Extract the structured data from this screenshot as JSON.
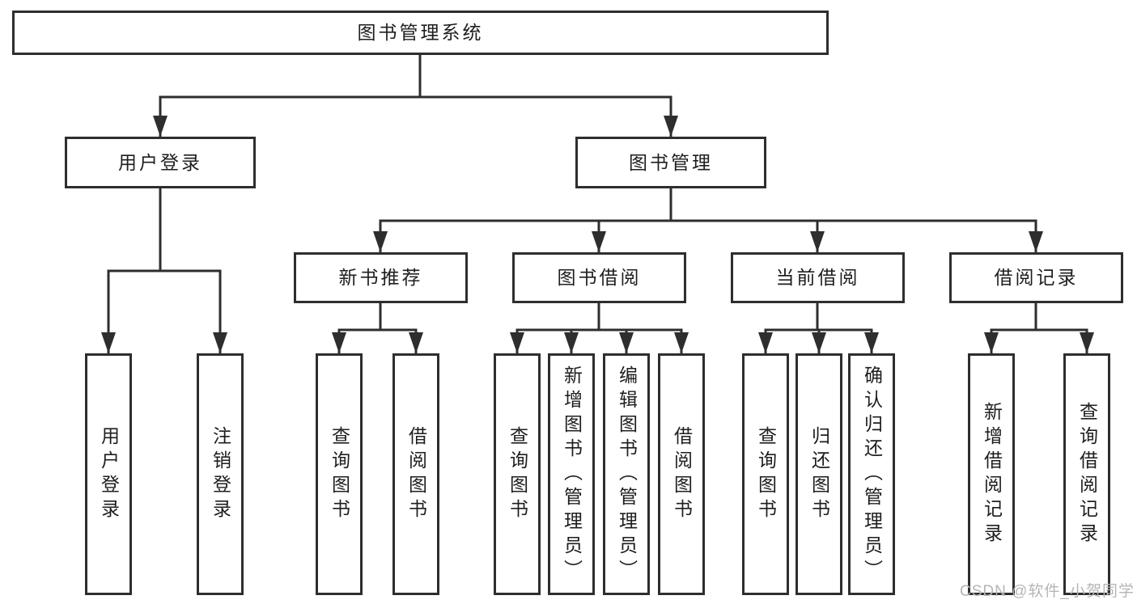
{
  "tree": {
    "label": "图书管理系统",
    "children": [
      {
        "label": "用户登录",
        "children": [
          {
            "label": "用户登录"
          },
          {
            "label": "注销登录"
          }
        ]
      },
      {
        "label": "图书管理",
        "children": [
          {
            "label": "新书推荐",
            "children": [
              {
                "label": "查询图书"
              },
              {
                "label": "借阅图书"
              }
            ]
          },
          {
            "label": "图书借阅",
            "children": [
              {
                "label": "查询图书"
              },
              {
                "label": "新增图书（管理员）"
              },
              {
                "label": "编辑图书（管理员）"
              },
              {
                "label": "借阅图书"
              }
            ]
          },
          {
            "label": "当前借阅",
            "children": [
              {
                "label": "查询图书"
              },
              {
                "label": "归还图书"
              },
              {
                "label": "确认归还（管理员）"
              }
            ]
          },
          {
            "label": "借阅记录",
            "children": [
              {
                "label": "新增借阅记录"
              },
              {
                "label": "查询借阅记录"
              }
            ]
          }
        ]
      }
    ]
  },
  "watermark": "CSDN @软件_小贺同学",
  "colors": {
    "line": "#2e2e2e",
    "text": "#1e1e1e",
    "background": "#ffffff",
    "watermark": "#b5b5b5"
  }
}
